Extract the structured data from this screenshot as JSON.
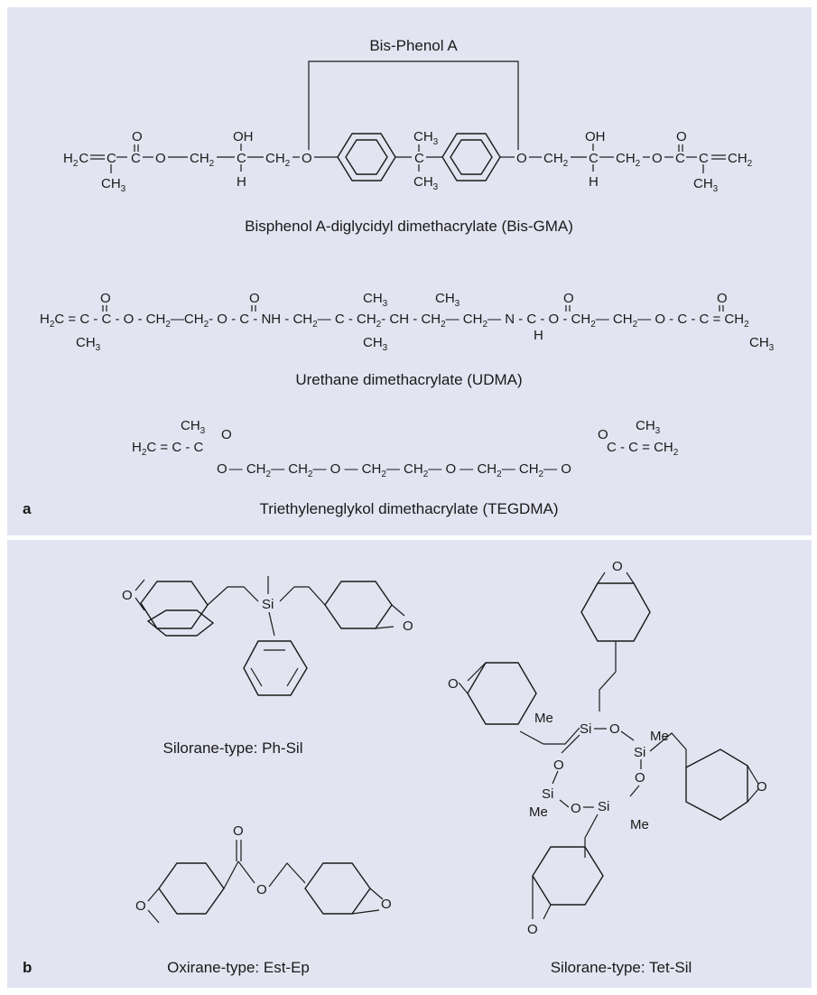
{
  "panel_a": {
    "label": "a",
    "bisphenol_bracket": "Bis-Phenol A",
    "bisgma": {
      "caption": "Bisphenol A-diglycidyl dimethacrylate (Bis-GMA)",
      "t_left": "H",
      "t_left_sub": "2",
      "t_c1": "C",
      "t_eq1": "=",
      "t_c2": "C",
      "t_o_dbl1": "O",
      "t_c3": "C",
      "t_o1": "O",
      "t_ch2_1": "CH",
      "t_ch2_1_sub": "2",
      "t_oh1": "OH",
      "t_c4": "C",
      "t_h1": "H",
      "t_ch2_2": "CH",
      "t_ch2_2_sub": "2",
      "t_o2": "O",
      "t_ch3_top": "CH",
      "t_ch3_top_sub": "3",
      "t_c_mid": "C",
      "t_ch3_bot": "CH",
      "t_ch3_bot_sub": "3",
      "t_o3": "O",
      "t_ch2_3": "CH",
      "t_ch2_3_sub": "2",
      "t_oh2": "OH",
      "t_c5": "C",
      "t_h2": "H",
      "t_ch2_4": "CH",
      "t_ch2_4_sub": "2",
      "t_o4": "O",
      "t_c6": "C",
      "t_o_dbl2": "O",
      "t_c7": "C",
      "t_eq2": "=",
      "t_ch2_end": "CH",
      "t_ch2_end_sub": "2",
      "t_ch3_left": "CH",
      "t_ch3_left_sub": "3",
      "t_ch3_right": "CH",
      "t_ch3_right_sub": "3"
    },
    "udma": {
      "caption": "Urethane dimethacrylate (UDMA)",
      "seg1": "H",
      "seg1_sub": "2",
      "seg2": "C = C - C - O - CH",
      "seg2_sub": "2",
      "seg3": "—CH",
      "seg3_sub": "2",
      "seg4": "- O - C - NH - CH",
      "seg4_sub": "2",
      "seg5": "— C - CH",
      "seg5_sub": "2",
      "seg6": "- CH - CH",
      "seg6_sub": "2",
      "seg7": "— CH",
      "seg7_sub": "2",
      "seg8": "— N - C - O - CH",
      "seg8_sub": "2",
      "seg9": "— CH",
      "seg9_sub": "2",
      "seg10": "— O - C - C = CH",
      "seg10_sub": "2",
      "o1": "O",
      "o2": "O",
      "o3": "O",
      "o4": "O",
      "ch3_a": "CH",
      "ch3_a_sub": "3",
      "ch3_b": "CH",
      "ch3_b_sub": "3",
      "ch3_c": "CH",
      "ch3_c_sub": "3",
      "ch3_d": "CH",
      "ch3_d_sub": "3",
      "ch3_e": "CH",
      "ch3_e_sub": "3",
      "h_n": "H"
    },
    "tegdma": {
      "caption": "Triethyleneglykol dimethacrylate (TEGDMA)",
      "left_h2c": "H",
      "left_h2c_sub": "2",
      "left_c_eq_c": "C = C - C",
      "left_o_dbl": "O",
      "left_ch3": "CH",
      "left_ch3_sub": "3",
      "chain_o1": "O",
      "chain1": "— CH",
      "chain1_sub": "2",
      "chain2": "— CH",
      "chain2_sub": "2",
      "chain3": "— O — CH",
      "chain3_sub": "2",
      "chain4": "— CH",
      "chain4_sub": "2",
      "chain5": "— O — CH",
      "chain5_sub": "2",
      "chain6": "— CH",
      "chain6_sub": "2",
      "chain_o2": "— O",
      "right_c": "C - C = CH",
      "right_c_sub": "2",
      "right_o_dbl": "O",
      "right_ch3": "CH",
      "right_ch3_sub": "3"
    }
  },
  "panel_b": {
    "label": "b",
    "phsil": {
      "caption": "Silorane-type: Ph-Sil",
      "o_left": "O",
      "si": "Si",
      "o_right": "O"
    },
    "estep": {
      "caption": "Oxirane-type: Est-Ep",
      "o_left": "O",
      "o_carbonyl": "O",
      "o_ester": "O",
      "o_right": "O"
    },
    "tetsil": {
      "caption": "Silorane-type: Tet-Sil",
      "o_top": "O",
      "o_left": "O",
      "o_right": "O",
      "o_bottom": "O",
      "si1": "Si",
      "si2": "Si",
      "si3": "Si",
      "si4": "Si",
      "ring_o1": "O",
      "ring_o2": "O",
      "ring_o3": "O",
      "ring_o4": "O",
      "me1": "Me",
      "me2": "Me",
      "me3": "Me",
      "me4": "Me"
    }
  }
}
